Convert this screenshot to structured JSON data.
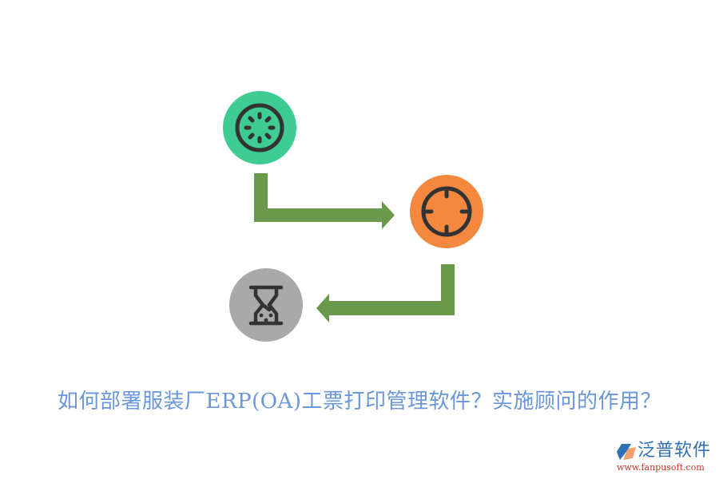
{
  "diagram": {
    "type": "process-flow",
    "nodes": [
      {
        "id": "loading",
        "icon": "loading-spinner-icon",
        "color": "#3fcb94"
      },
      {
        "id": "target",
        "icon": "crosshair-target-icon",
        "color": "#f3883e"
      },
      {
        "id": "hourglass",
        "icon": "hourglass-icon",
        "color": "#a9a9a9"
      }
    ],
    "edges": [
      {
        "from": "loading",
        "to": "target",
        "shape": "L-arrow-right"
      },
      {
        "from": "target",
        "to": "hourglass",
        "shape": "L-arrow-left"
      }
    ],
    "arrow_color": "#6a994b",
    "icon_stroke_color": "#333333"
  },
  "title": {
    "text": "如何部署服装厂ERP(OA)工票打印管理软件？实施顾问的作用？",
    "color": "#6a96dc"
  },
  "logo": {
    "brand": "泛普软件",
    "url": "www.fanpusoft.com"
  }
}
